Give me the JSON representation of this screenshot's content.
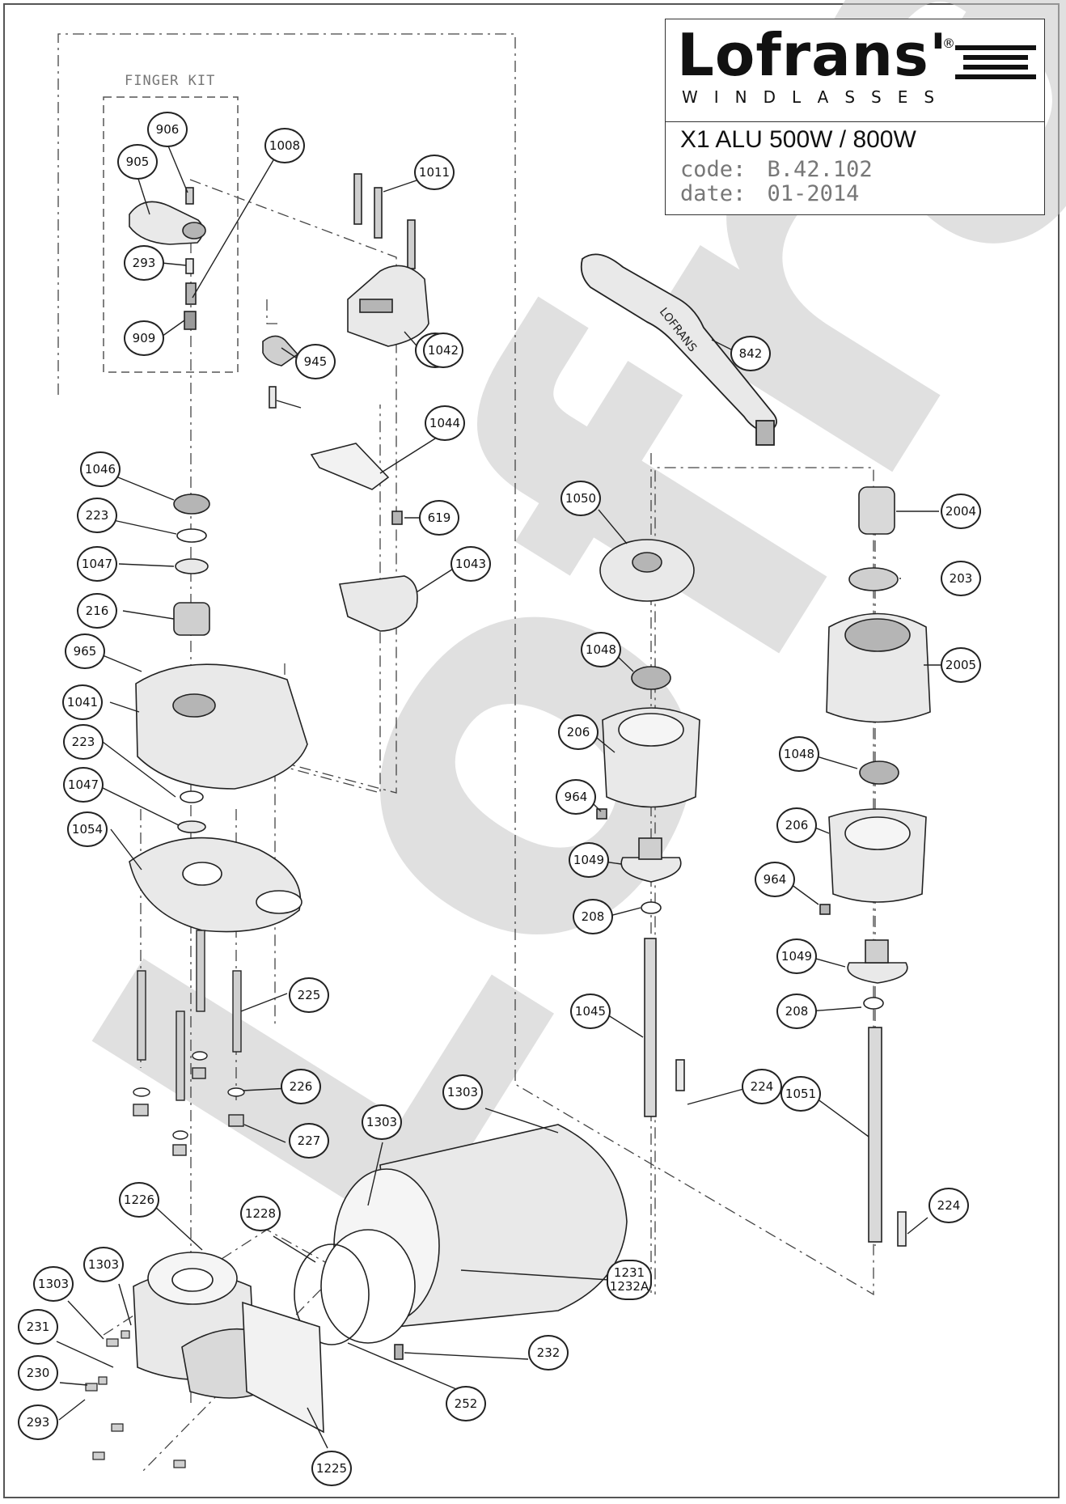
{
  "brand": {
    "logo": "Lofrans'",
    "registered": "®",
    "tagline": "WINDLASSES"
  },
  "title_block": {
    "model": "X1 ALU 500W / 800W",
    "code_label": "code:",
    "code_value": "B.42.102",
    "date_label": "date:",
    "date_value": "01-2014"
  },
  "finger_kit_label": "FINGER KIT",
  "watermark": "Lofrans'",
  "handle_text": "LOFRANS",
  "callouts": [
    "906",
    "905",
    "1008",
    "1011",
    "293",
    "909",
    "945",
    "293",
    "1042",
    "842",
    "1044",
    "1046",
    "223",
    "619",
    "1050",
    "2004",
    "1047",
    "1043",
    "203",
    "216",
    "1048",
    "2005",
    "965",
    "1041",
    "206",
    "1048",
    "223",
    "964",
    "1047",
    "206",
    "1054",
    "1049",
    "964",
    "208",
    "1049",
    "1045",
    "208",
    "225",
    "226",
    "224",
    "1051",
    "1303",
    "227",
    "1303",
    "1226",
    "1228",
    "224",
    "1303",
    "1231\n1232A",
    "1303",
    "231",
    "232",
    "230",
    "252",
    "293",
    "1225"
  ],
  "colors": {
    "line": "#222222",
    "part_fill": "#e9e9e9",
    "part_dark": "#b5b5b5",
    "watermark": "#bdbdbd"
  }
}
